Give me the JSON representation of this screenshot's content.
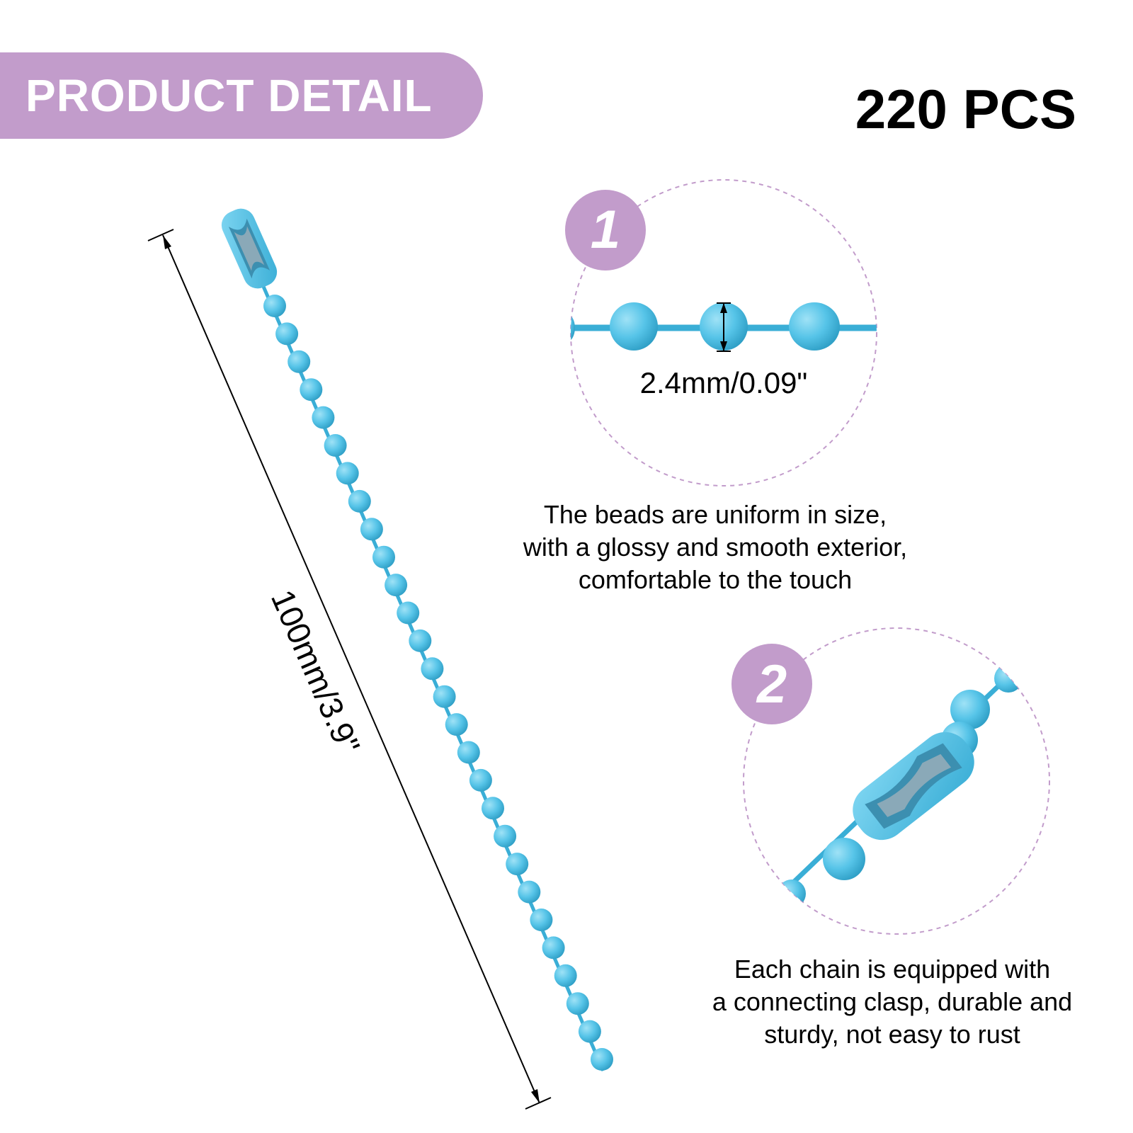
{
  "header": {
    "title": "PRODUCT DETAIL",
    "quantity": "220 PCS"
  },
  "main_image": {
    "dimension_label": "100mm/3.9\""
  },
  "detail_1": {
    "badge": "1",
    "measurement": "2.4mm/0.09\"",
    "caption_lines": [
      "The beads are uniform in size,",
      "with a glossy and smooth exterior,",
      "comfortable to the touch"
    ]
  },
  "detail_2": {
    "badge": "2",
    "caption_lines": [
      "Each chain is equipped with",
      "a connecting clasp, durable and",
      "sturdy, not easy to rust"
    ]
  },
  "colors": {
    "accent": "#c29ccb",
    "bead": "#56c4e8",
    "bead_dark": "#2f9fc6",
    "text": "#000000"
  }
}
